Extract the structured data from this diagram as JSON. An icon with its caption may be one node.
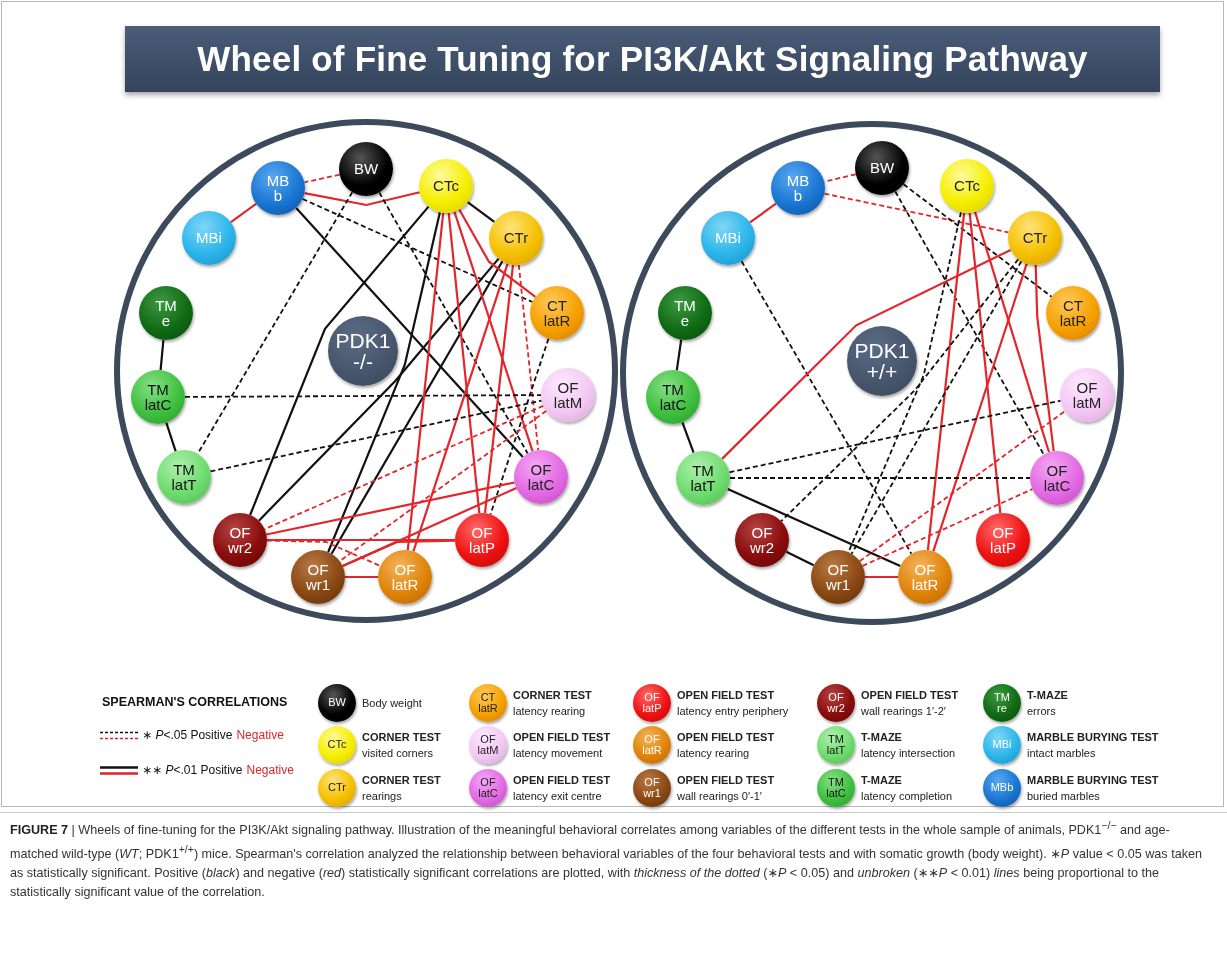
{
  "diagram": {
    "title": "Wheel of Fine Tuning for PI3K/Akt Signaling Pathway",
    "caption": "**FIGURE 7** | Wheels of fine-tuning for the PI3K/Akt signaling pathway. Illustration of the meaningful behavioral correlates among variables of the different tests in the whole sample of animals, PDK1$^{−/−}$ and age-matched wild-type (*WT*; PDK1$^{+/+}$) mice. Spearman's correlation analyzed the relationship between behavioral variables of the four behavioral tests and with somatic growth (body weight). ∗*P* value < 0.05 was taken as statistically significant. Positive (*black*) and negative (*red*) statistically significant correlations are plotted, with *thickness of the dotted* (∗*P* < 0.05) and *unbroken* (∗∗*P* < 0.01) *lines* being proportional to the statistically significant value of the correlation.",
    "nodes": [
      {
        "text": [],
        "shape": "circle"
      },
      {
        "text": [
          "BW"
        ],
        "in": 0
      },
      {
        "text": [
          "MBb"
        ],
        "in": 0
      },
      {
        "text": [
          "MBi"
        ],
        "in": 0
      },
      {
        "text": [
          "CTc"
        ],
        "in": 0
      },
      {
        "text": [
          "CTr"
        ],
        "in": 0
      },
      {
        "text": [
          "CT latR"
        ],
        "in": 0
      },
      {
        "text": [
          "TM e"
        ],
        "in": 0
      },
      {
        "text": [
          "PDK1 -/-"
        ],
        "in": 0
      },
      {
        "text": [
          "TM latC"
        ],
        "in": 0
      },
      {
        "text": [
          "OF latM"
        ],
        "in": 0
      },
      {
        "text": [
          "TM latT"
        ],
        "in": 0
      },
      {
        "text": [
          "OF latC"
        ],
        "in": 0
      },
      {
        "text": [
          "OF wr2"
        ],
        "in": 0
      },
      {
        "text": [
          "OF latP"
        ],
        "in": 0
      },
      {
        "text": [
          "OF wr1"
        ],
        "in": 0
      },
      {
        "text": [
          "OF latR"
        ],
        "in": 0
      },
      {
        "text": [],
        "shape": "circle"
      },
      {
        "text": [
          "BW"
        ],
        "in": 17
      },
      {
        "text": [
          "MBb"
        ],
        "in": 17
      },
      {
        "text": [
          "MBi"
        ],
        "in": 17
      },
      {
        "text": [
          "CTc"
        ],
        "in": 17
      },
      {
        "text": [
          "CTr"
        ],
        "in": 17
      },
      {
        "text": [
          "CT latR"
        ],
        "in": 17
      },
      {
        "text": [
          "TM e"
        ],
        "in": 17
      },
      {
        "text": [
          "PDK1 +/+"
        ],
        "in": 17
      },
      {
        "text": [
          "TM latC"
        ],
        "in": 17
      },
      {
        "text": [
          "OF latM"
        ],
        "in": 17
      },
      {
        "text": [
          "TM latT"
        ],
        "in": 17
      },
      {
        "text": [
          "OF latC"
        ],
        "in": 17
      },
      {
        "text": [
          "OF wr2"
        ],
        "in": 17
      },
      {
        "text": [
          "OF latP"
        ],
        "in": 17
      },
      {
        "text": [
          "OF wr1"
        ],
        "in": 17
      },
      {
        "text": [
          "OF latR"
        ],
        "in": 17
      },
      {
        "text": [
          "BW"
        ],
        "beside": [
          "Body weight"
        ]
      },
      {
        "text": [
          "CT latR"
        ],
        "beside": [
          "CORNER TEST",
          "latency rearing"
        ]
      },
      {
        "text": [
          "OF latP"
        ],
        "beside": [
          "OPEN FIELD TEST",
          "latency entry periphery"
        ]
      },
      {
        "text": [
          "OF wr2"
        ],
        "beside": [
          "OPEN FIELD TEST",
          "wall rearings 1′-2′"
        ]
      },
      {
        "text": [
          "TM re"
        ],
        "beside": [
          "T-MAZE",
          "errors"
        ]
      },
      {
        "text": [
          "CTc"
        ],
        "beside": [
          "CORNER TEST",
          "visited corners"
        ]
      },
      {
        "text": [
          "OF latM"
        ],
        "beside": [
          "OPEN FIELD TEST",
          "latency movement"
        ]
      },
      {
        "text": [
          "OF latR"
        ],
        "beside": [
          "OPEN FIELD TEST",
          "latency rearing"
        ]
      },
      {
        "text": [
          "TM latT"
        ],
        "beside": [
          "T-MAZE",
          "latency intersection"
        ]
      },
      {
        "text": [
          "MBi"
        ],
        "beside": [
          "MARBLE BURYING TEST",
          "intact marbles"
        ]
      },
      {
        "text": [
          "CTr"
        ],
        "beside": [
          "CORNER TEST",
          "rearings"
        ]
      },
      {
        "text": [
          "OF latC"
        ],
        "beside": [
          "OPEN FIELD TEST",
          "latency exit centre"
        ]
      },
      {
        "text": [
          "OF wr1"
        ],
        "beside": [
          "OPEN FIELD TEST",
          "wall rearings 0′-1′"
        ]
      },
      {
        "text": [
          "TM latC"
        ],
        "beside": [
          "T-MAZE",
          "latency completion"
        ]
      },
      {
        "text": [
          "MBb"
        ],
        "beside": [
          "MARBLE BURYING TEST",
          "buried marbles"
        ]
      }
    ],
    "edges": [
      {
        "from": 1,
        "to": 2,
        "arrow": "none",
        "style": "dashed",
        "color": "#e3262b"
      },
      {
        "from": 2,
        "to": 4,
        "arrow": "none",
        "color": "#e3262b"
      },
      {
        "from": 3,
        "to": 2,
        "arrow": "none",
        "color": "#e3262b"
      },
      {
        "from": 2,
        "to": 6,
        "arrow": "none",
        "style": "dashed",
        "color": "#111111"
      },
      {
        "from": 2,
        "to": 12,
        "arrow": "none",
        "color": "#111111"
      },
      {
        "from": 1,
        "to": 11,
        "arrow": "none",
        "style": "dashed",
        "color": "#111111"
      },
      {
        "from": 1,
        "to": 12,
        "arrow": "none",
        "style": "dashed",
        "color": "#111111"
      },
      {
        "from": 4,
        "to": 5,
        "arrow": "none",
        "color": "#111111"
      },
      {
        "from": 4,
        "to": 13,
        "arrow": "none",
        "color": "#111111"
      },
      {
        "from": 4,
        "to": 15,
        "arrow": "none",
        "color": "#111111"
      },
      {
        "from": 5,
        "to": 13,
        "arrow": "none",
        "color": "#111111"
      },
      {
        "from": 5,
        "to": 15,
        "arrow": "none",
        "color": "#111111"
      },
      {
        "from": 4,
        "to": 16,
        "arrow": "none",
        "color": "#e3262b"
      },
      {
        "from": 4,
        "to": 14,
        "arrow": "none",
        "color": "#e3262b"
      },
      {
        "from": 4,
        "to": 12,
        "arrow": "none",
        "color": "#e3262b"
      },
      {
        "from": 4,
        "to": 6,
        "arrow": "none",
        "color": "#e3262b"
      },
      {
        "from": 5,
        "to": 16,
        "arrow": "none",
        "color": "#e3262b"
      },
      {
        "from": 5,
        "to": 14,
        "arrow": "none",
        "color": "#e3262b"
      },
      {
        "from": 5,
        "to": 12,
        "arrow": "none",
        "style": "dashed",
        "color": "#e3262b"
      },
      {
        "from": 6,
        "to": 14,
        "arrow": "none",
        "style": "dashed",
        "color": "#111111"
      },
      {
        "from": 12,
        "to": 13,
        "arrow": "none",
        "color": "#e3262b"
      },
      {
        "from": 12,
        "to": 15,
        "arrow": "none",
        "color": "#e3262b"
      },
      {
        "from": 10,
        "to": 13,
        "arrow": "none",
        "style": "dashed",
        "color": "#e3262b"
      },
      {
        "from": 10,
        "to": 15,
        "arrow": "none",
        "style": "dashed",
        "color": "#e3262b"
      },
      {
        "from": 13,
        "to": 14,
        "arrow": "none",
        "color": "#e3262b"
      },
      {
        "from": 15,
        "to": 14,
        "arrow": "none",
        "color": "#e3262b"
      },
      {
        "from": 13,
        "to": 16,
        "arrow": "none",
        "style": "dashed",
        "color": "#e3262b"
      },
      {
        "from": 15,
        "to": 16,
        "arrow": "none",
        "color": "#e3262b"
      },
      {
        "from": 9,
        "to": 10,
        "arrow": "none",
        "style": "dashed",
        "color": "#111111"
      },
      {
        "from": 11,
        "to": 10,
        "arrow": "none",
        "style": "dashed",
        "color": "#111111"
      },
      {
        "from": 7,
        "to": 9,
        "arrow": "none",
        "color": "#111111"
      },
      {
        "from": 9,
        "to": 11,
        "arrow": "none",
        "color": "#111111"
      },
      {
        "from": 18,
        "to": 19,
        "arrow": "none",
        "style": "dashed",
        "color": "#e3262b"
      },
      {
        "from": 20,
        "to": 19,
        "arrow": "none",
        "color": "#e3262b"
      },
      {
        "from": 19,
        "to": 22,
        "arrow": "none",
        "style": "dashed",
        "color": "#e3262b"
      },
      {
        "from": 18,
        "to": 23,
        "arrow": "none",
        "style": "dashed",
        "color": "#111111"
      },
      {
        "from": 18,
        "to": 29,
        "arrow": "none",
        "style": "dashed",
        "color": "#111111"
      },
      {
        "from": 20,
        "to": 33,
        "arrow": "none",
        "style": "dashed",
        "color": "#111111"
      },
      {
        "from": 21,
        "to": 33,
        "arrow": "none",
        "color": "#e3262b"
      },
      {
        "from": 21,
        "to": 31,
        "arrow": "none",
        "color": "#e3262b"
      },
      {
        "from": 21,
        "to": 29,
        "arrow": "none",
        "color": "#e3262b"
      },
      {
        "from": 21,
        "to": 32,
        "arrow": "none",
        "style": "dashed",
        "color": "#111111"
      },
      {
        "from": 28,
        "to": 22,
        "arrow": "none",
        "color": "#e3262b"
      },
      {
        "from": 22,
        "to": 32,
        "arrow": "none",
        "style": "dashed",
        "color": "#111111"
      },
      {
        "from": 22,
        "to": 30,
        "arrow": "none",
        "style": "dashed",
        "color": "#111111"
      },
      {
        "from": 22,
        "to": 33,
        "arrow": "none",
        "color": "#e3262b"
      },
      {
        "from": 22,
        "to": 29,
        "arrow": "none",
        "color": "#e3262b"
      },
      {
        "from": 24,
        "to": 26,
        "arrow": "none",
        "color": "#111111"
      },
      {
        "from": 26,
        "to": 28,
        "arrow": "none",
        "color": "#111111"
      },
      {
        "from": 28,
        "to": 27,
        "arrow": "none",
        "style": "dashed",
        "color": "#111111"
      },
      {
        "from": 28,
        "to": 29,
        "arrow": "none",
        "style": "dashed",
        "color": "#111111"
      },
      {
        "from": 28,
        "to": 33,
        "arrow": "none",
        "color": "#111111"
      },
      {
        "from": 30,
        "to": 32,
        "arrow": "none",
        "color": "#111111"
      },
      {
        "from": 32,
        "to": 33,
        "arrow": "none",
        "color": "#e3262b"
      },
      {
        "from": 32,
        "to": 29,
        "arrow": "none",
        "style": "dashed",
        "color": "#e3262b"
      },
      {
        "from": 32,
        "to": 27,
        "arrow": "none",
        "style": "dashed",
        "color": "#e3262b"
      }
    ],
    "labels": [
      "SPEARMAN'S CORRELATIONS"
    ],
    "legend": [
      {
        "text": "∗ *P*<.05 Positive"
      },
      {
        "text": "Negative"
      },
      {
        "text": "∗∗ *P*<.01  Positive"
      },
      {
        "text": "Negative"
      }
    ]
  }
}
